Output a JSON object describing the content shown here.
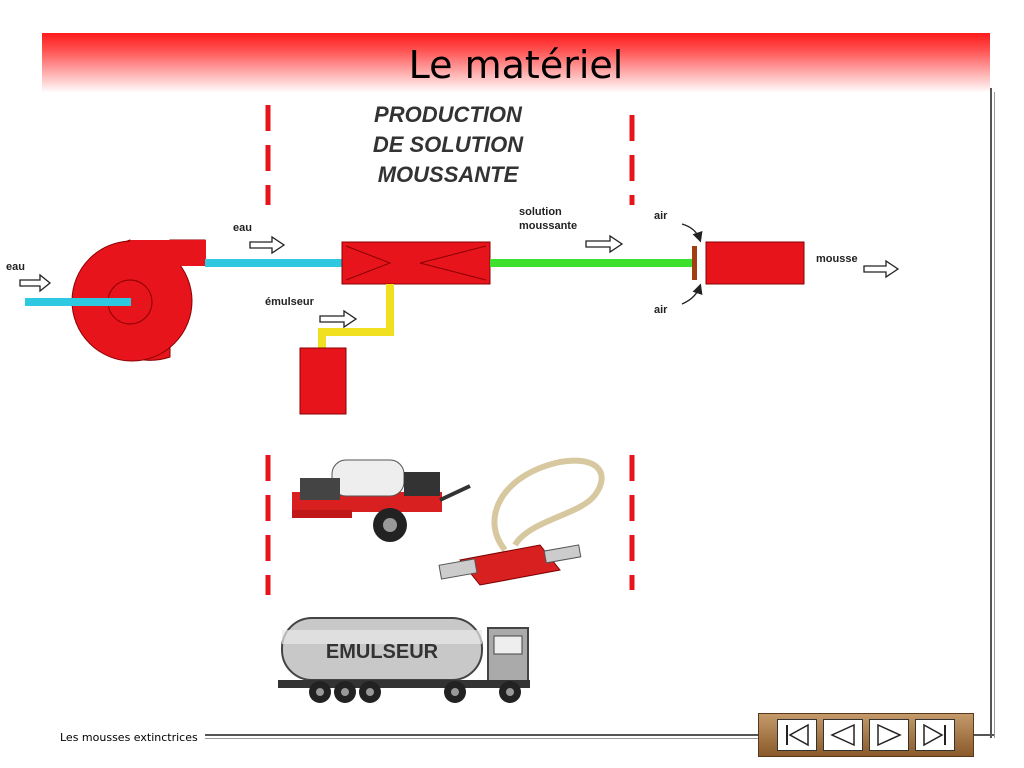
{
  "slide": {
    "title": "Le matériel",
    "footer": "Les mousses extinctrices"
  },
  "diagram": {
    "section_title": [
      "PRODUCTION",
      "DE SOLUTION",
      "MOUSSANTE"
    ],
    "labels": {
      "eau_inlet": "eau",
      "eau_pipe": "eau",
      "emulseur": "émulseur",
      "solution": [
        "solution",
        "moussante"
      ],
      "air_top": "air",
      "air_bottom": "air",
      "mousse": "mousse"
    },
    "colors": {
      "equipment": "#e8141b",
      "water_pipe": "#2ec8e0",
      "solution_pipe": "#3ee02e",
      "emulseur_pipe": "#f0e020",
      "dashes": "#e8141b"
    }
  },
  "truck": {
    "tank_label": "EMULSEUR"
  },
  "nav": {
    "first": "first-slide-icon",
    "prev": "previous-slide-icon",
    "next": "next-slide-icon",
    "last": "last-slide-icon"
  }
}
